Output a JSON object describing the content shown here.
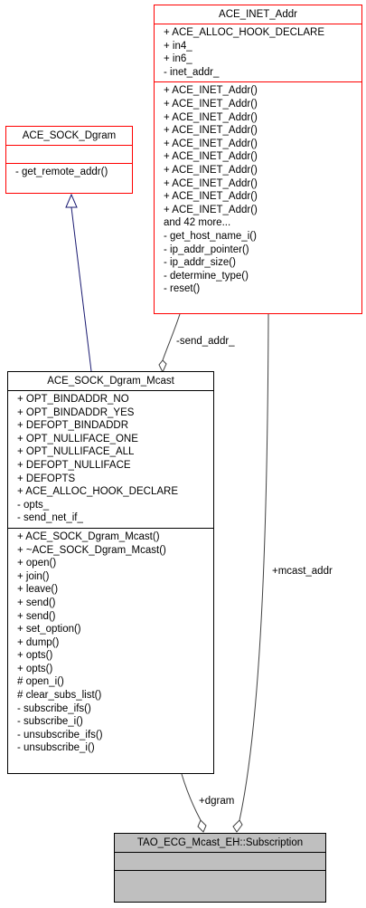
{
  "classes": {
    "inet_addr": {
      "title": "ACE_INET_Addr",
      "attributes": [
        "+ ACE_ALLOC_HOOK_DECLARE",
        "+ in4_",
        "+ in6_",
        "- inet_addr_"
      ],
      "operations": [
        "+ ACE_INET_Addr()",
        "+ ACE_INET_Addr()",
        "+ ACE_INET_Addr()",
        "+ ACE_INET_Addr()",
        "+ ACE_INET_Addr()",
        "+ ACE_INET_Addr()",
        "+ ACE_INET_Addr()",
        "+ ACE_INET_Addr()",
        "+ ACE_INET_Addr()",
        "+ ACE_INET_Addr()",
        "and 42 more...",
        "- get_host_name_i()",
        "- ip_addr_pointer()",
        "- ip_addr_size()",
        "- determine_type()",
        "- reset()"
      ]
    },
    "sock_dgram": {
      "title": "ACE_SOCK_Dgram",
      "attributes": [],
      "operations": [
        "- get_remote_addr()"
      ]
    },
    "dgram_mcast": {
      "title": "ACE_SOCK_Dgram_Mcast",
      "attributes": [
        "+ OPT_BINDADDR_NO",
        "+ OPT_BINDADDR_YES",
        "+ DEFOPT_BINDADDR",
        "+ OPT_NULLIFACE_ONE",
        "+ OPT_NULLIFACE_ALL",
        "+ DEFOPT_NULLIFACE",
        "+ DEFOPTS",
        "+ ACE_ALLOC_HOOK_DECLARE",
        "- opts_",
        "- send_net_if_"
      ],
      "operations": [
        "+ ACE_SOCK_Dgram_Mcast()",
        "+ ~ACE_SOCK_Dgram_Mcast()",
        "+ open()",
        "+ join()",
        "+ leave()",
        "+ send()",
        "+ send()",
        "+ set_option()",
        "+ dump()",
        "+ opts()",
        "+ opts()",
        "# open_i()",
        "# clear_subs_list()",
        "- subscribe_ifs()",
        "- subscribe_i()",
        "- unsubscribe_ifs()",
        "- unsubscribe_i()"
      ]
    },
    "subscription": {
      "title": "TAO_ECG_Mcast_EH::Subscription",
      "attributes": [],
      "operations": []
    }
  },
  "edges": {
    "send_addr_label": "-send_addr_",
    "mcast_addr_label": "+mcast_addr",
    "dgram_label": "+dgram"
  },
  "colors": {
    "highlight_border": "#ff0000",
    "normal_border": "#000000",
    "subject_fill": "#bfbfbf",
    "inheritance_arrow": "#191970",
    "association": "#404040"
  }
}
